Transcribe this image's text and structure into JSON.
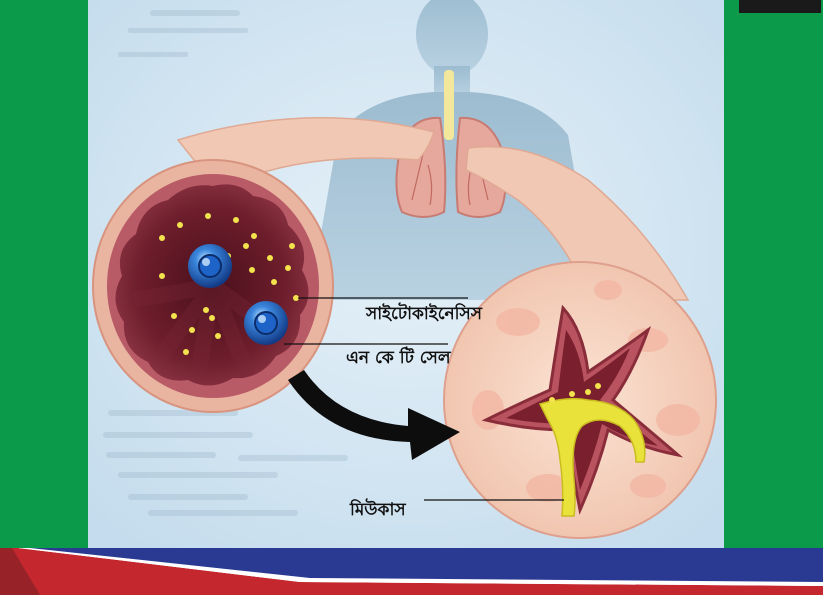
{
  "labels": {
    "cytokinesis": "সাইটোকাইনেসিস",
    "nkt_cell": "এন কে টি সেল",
    "mucus": "মিউকাস"
  },
  "icons": {
    "body": "human-torso-silhouette",
    "lungs": "lungs-icon",
    "arrow": "curved-arrow-icon"
  },
  "colors": {
    "frame_green": "#0a9a49",
    "background_blue": "#cfe4f0",
    "airway_outer": "#f2c8b4",
    "airway_lumen_dark": "#5a1522",
    "cell_blue": "#1f5fb8",
    "mucus_yellow": "#e8e23a",
    "footer_blue": "#2a3a93",
    "footer_red": "#c4272d"
  }
}
